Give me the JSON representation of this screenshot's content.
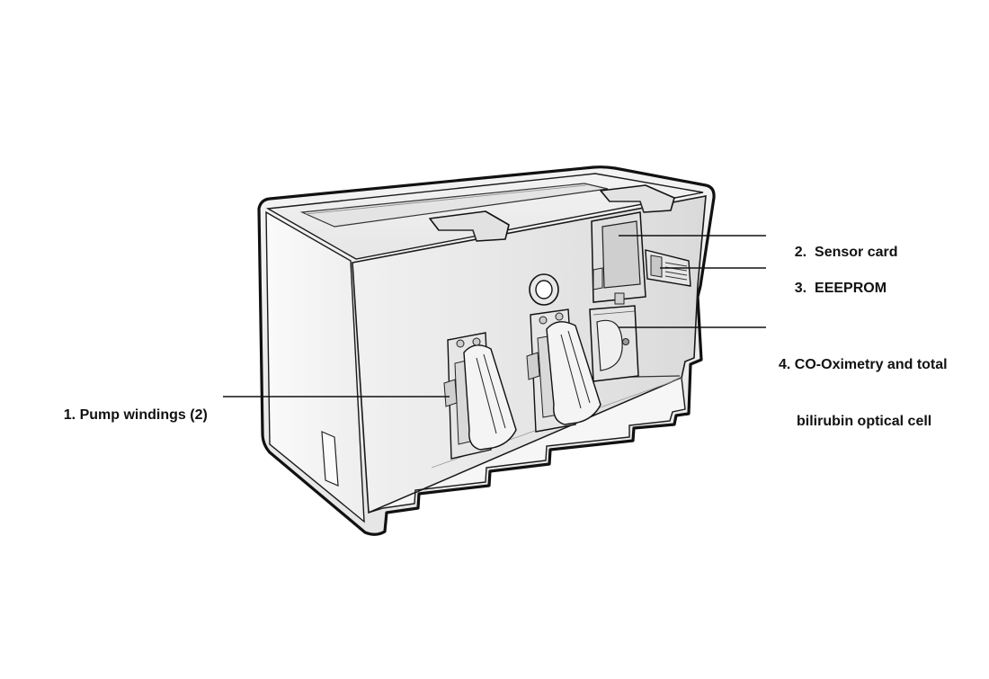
{
  "diagram": {
    "callouts": [
      {
        "id": "pump-windings",
        "lines": [
          "1. Pump windings (2)"
        ]
      },
      {
        "id": "sensor-card",
        "lines": [
          "2.  Sensor card"
        ]
      },
      {
        "id": "eeeprom",
        "lines": [
          "3.  EEEPROM"
        ]
      },
      {
        "id": "optical-cell",
        "lines": [
          "4. CO-Oximetry and total",
          "bilirubin optical cell"
        ]
      }
    ]
  }
}
